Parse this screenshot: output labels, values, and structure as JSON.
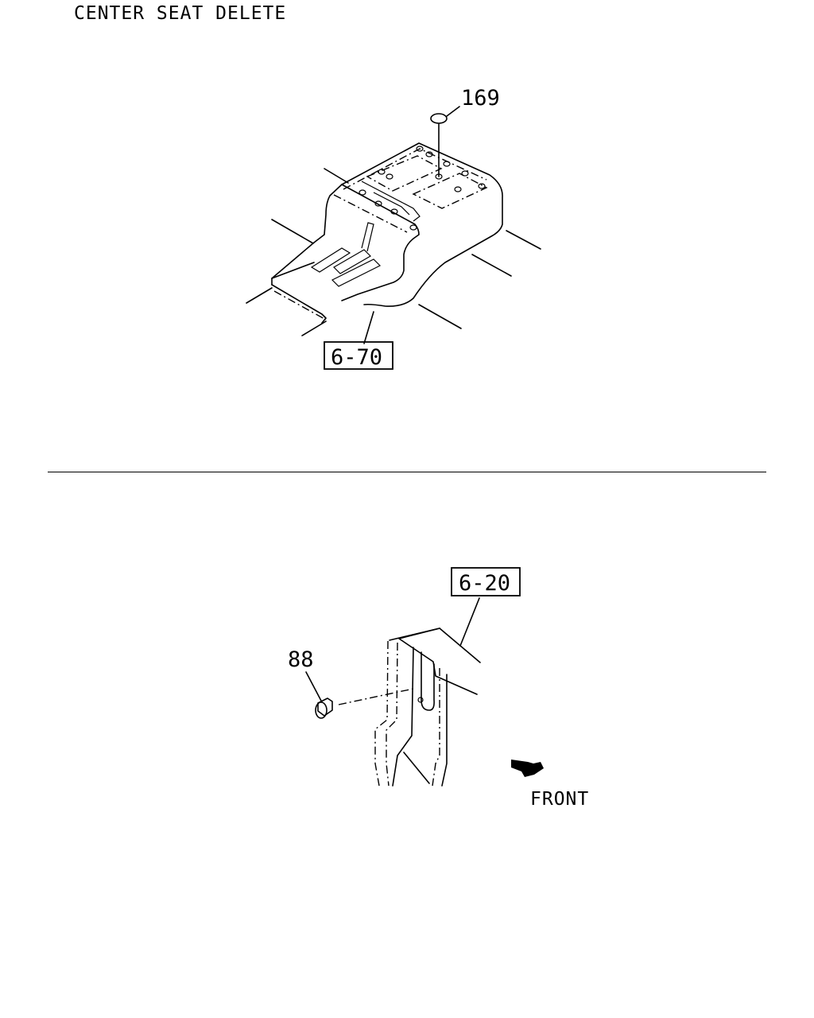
{
  "title": "CENTER SEAT DELETE",
  "top_diagram": {
    "callout_part": "169",
    "boxed_ref": "6-70"
  },
  "bottom_diagram": {
    "callout_part": "88",
    "boxed_ref": "6-20",
    "direction_label": "FRONT"
  },
  "colors": {
    "line": "#000000",
    "background": "#ffffff"
  }
}
